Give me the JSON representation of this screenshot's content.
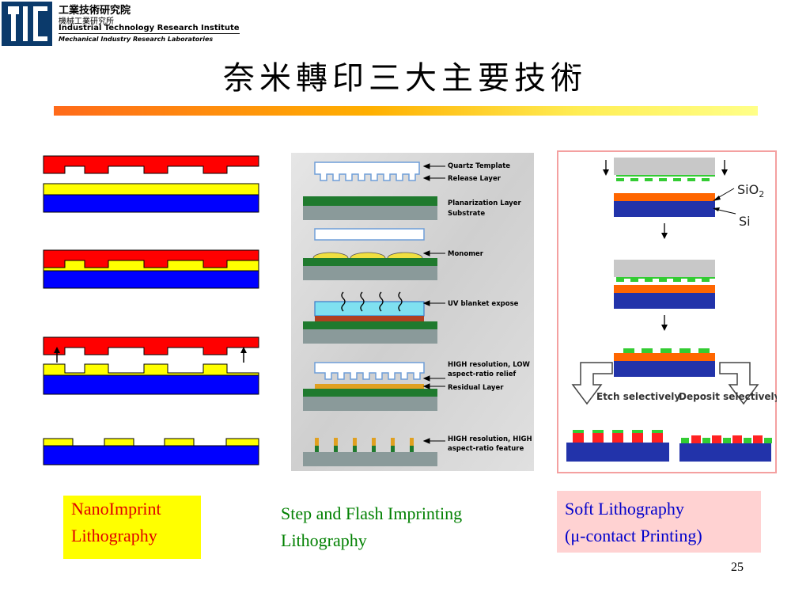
{
  "header": {
    "org_name_chinese": "工業技術研究院",
    "dept_name_chinese": "機械工業研究所",
    "org_name_english": "Industrial Technology Research Institute",
    "dept_name_english": "Mechanical Industry Research Laboratories"
  },
  "slide": {
    "title": "奈米轉印三大主要技術",
    "page_number": "25"
  },
  "panel_sfil": {
    "labels": {
      "quartz_template": "Quartz Template",
      "release_layer": "Release Layer",
      "planarization_layer": "Planarization Layer",
      "substrate": "Substrate",
      "monomer": "Monomer",
      "uv_expose": "UV blanket expose",
      "high_low_1": "HIGH resolution, LOW",
      "high_low_2": "aspect-ratio relief",
      "residual_layer": "Residual Layer",
      "high_high_1": "HIGH resolution, HIGH",
      "high_high_2": "aspect-ratio feature"
    }
  },
  "panel_soft": {
    "labels": {
      "sio2": "SiO",
      "sio2_sub": "2",
      "si": "Si",
      "etch": "Etch selectively",
      "deposit": "Deposit selectively"
    }
  },
  "captions": {
    "nil_line1": "NanoImprint",
    "nil_line2": "Lithography",
    "sfil_line1": "Step and Flash Imprinting",
    "sfil_line2": "Lithography",
    "soft_line1": "Soft Lithography",
    "soft_line2": "(μ-contact Printing)"
  },
  "colors": {
    "mold_red": "#ff0000",
    "resist_yellow": "#ffff00",
    "substrate_blue": "#0000ff",
    "sfil_green": "#1f7a2e",
    "sfil_gray": "#8a9a9a",
    "soft_green": "#33cc33",
    "soft_orange": "#ff6600",
    "soft_navy": "#2233aa",
    "logo_navy": "#0b3a6b"
  }
}
